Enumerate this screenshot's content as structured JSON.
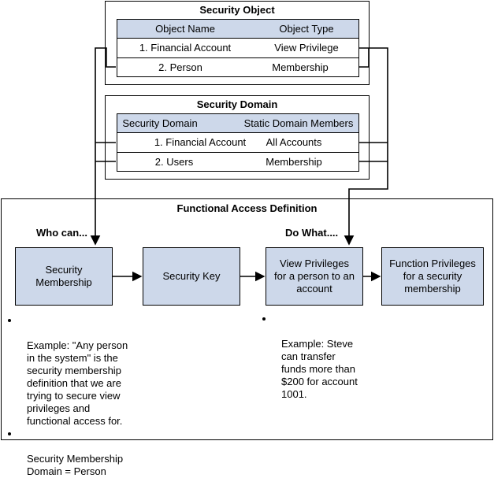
{
  "security_object": {
    "title": "Security Object",
    "columns": [
      "Object Name",
      "Object Type"
    ],
    "rows": [
      [
        "1. Financial Account",
        "View Privilege"
      ],
      [
        "2. Person",
        "Membership"
      ]
    ]
  },
  "security_domain": {
    "title": "Security Domain",
    "columns": [
      "Security Domain",
      "Static Domain Members"
    ],
    "rows": [
      [
        "1. Financial Account",
        "All Accounts"
      ],
      [
        "2. Users",
        "Membership"
      ]
    ]
  },
  "functional_access": {
    "title": "Functional Access Definition",
    "who_can": "Who can...",
    "do_what": "Do What....",
    "boxes": [
      "Security\nMembership",
      "Security Key",
      "View Privileges\nfor a person to an\naccount",
      "Function Privileges\nfor a security\nmembership"
    ],
    "left_notes": [
      "Example: \"Any person\nin the system\" is the\nsecurity membership\ndefinition that we are\ntrying to secure view\nprivileges and\nfunctional access for.",
      "Security Membership\nDomain = Person"
    ],
    "right_notes": [
      "Example: Steve\ncan transfer\nfunds more than\n$200 for account\n1001."
    ]
  }
}
